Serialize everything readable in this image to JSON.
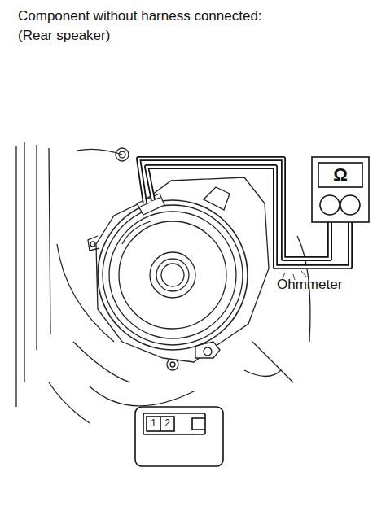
{
  "diagram": {
    "title": "Component without harness connected:",
    "labels": [
      "(Rear speaker)",
      "Ω",
      "Ohmmeter",
      "1",
      "2"
    ]
  }
}
